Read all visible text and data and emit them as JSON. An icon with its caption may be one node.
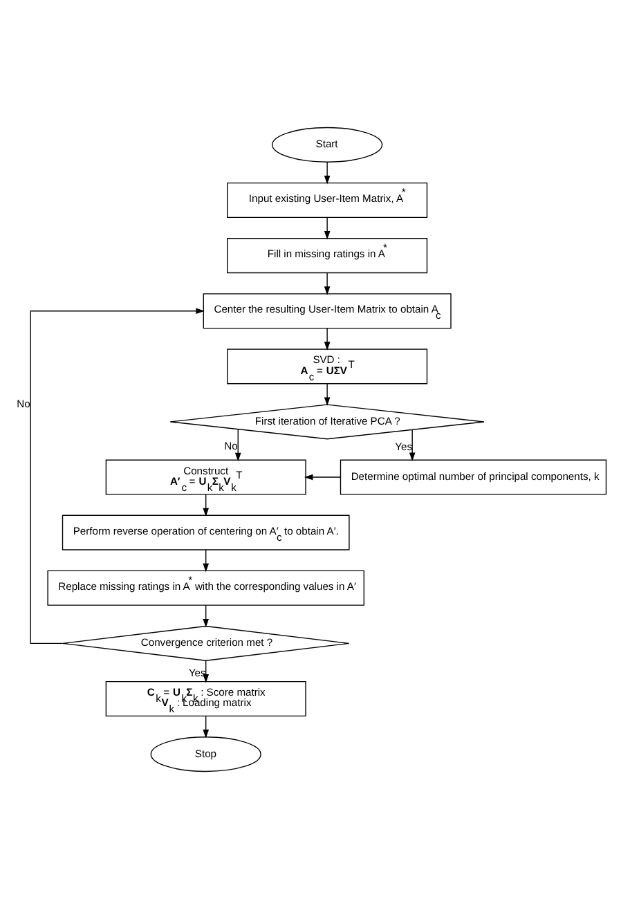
{
  "diagram": {
    "nodes": [
      {
        "text": [
          "Start"
        ]
      },
      {
        "text": [
          "Input existing User-Item Matrix, A$^{*}$"
        ]
      },
      {
        "text": [
          "Fill in missing ratings in A$^{*}$"
        ]
      },
      {
        "text": [
          "Center the resulting User-Item Matrix to obtain A$_{c}$"
        ]
      },
      {
        "text": [
          "SVD :",
          "**A**$_{c}$ = **UΣV**$^{T}$"
        ]
      },
      {
        "text": [
          "First iteration of Iterative PCA ?"
        ]
      },
      {
        "text": [
          "Construct",
          "**A′**$_{c}$ = **U**$_{k}$**Σ**$_{k}$**V**$_{k}$$^{T}$"
        ]
      },
      {
        "text": [
          "Determine optimal number of principal components, k"
        ]
      },
      {
        "text": [
          "Perform reverse operation of centering on A′$_{c}$ to obtain A′."
        ]
      },
      {
        "text": [
          "Replace missing ratings in A$^{*}$ with the corresponding values in A′"
        ]
      },
      {
        "text": [
          "Convergence criterion met ?"
        ]
      },
      {
        "text": [
          "**C**$_{k}$ = **U**$_{k}$**Σ**$_{k}$ : Score matrix",
          "**V**$_{k}$ : Loading matrix"
        ]
      },
      {
        "text": [
          "Stop"
        ]
      }
    ],
    "edges": [
      {
        "from": 0,
        "to": 1,
        "arrow": "to"
      },
      {
        "from": 1,
        "to": 2,
        "arrow": "to"
      },
      {
        "from": 2,
        "to": 3,
        "arrow": "to"
      },
      {
        "from": 3,
        "to": 4,
        "arrow": "to"
      },
      {
        "from": 4,
        "to": 5,
        "arrow": "to"
      },
      {
        "from": 5,
        "to": 7,
        "arrow": "to",
        "label": "Yes"
      },
      {
        "from": 5,
        "to": 6,
        "arrow": "to",
        "label": "No"
      },
      {
        "from": 7,
        "to": 6,
        "arrow": "to"
      },
      {
        "from": 6,
        "to": 8,
        "arrow": "to"
      },
      {
        "from": 8,
        "to": 9,
        "arrow": "to"
      },
      {
        "from": 9,
        "to": 10,
        "arrow": "to"
      },
      {
        "from": 10,
        "to": 3,
        "arrow": "to",
        "label": "No"
      },
      {
        "from": 10,
        "to": 11,
        "arrow": "to",
        "label": "Yes"
      },
      {
        "from": 11,
        "to": 12,
        "arrow": "to"
      }
    ]
  }
}
